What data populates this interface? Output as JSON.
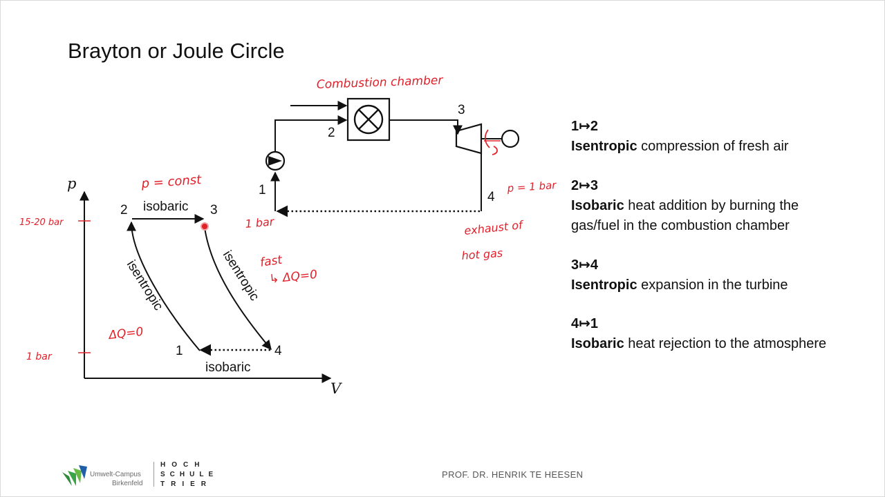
{
  "title": "Brayton or Joule Circle",
  "diagram": {
    "axis_p": "p",
    "axis_v": "V",
    "pv_points": [
      "1",
      "2",
      "3",
      "4"
    ],
    "pv_labels": {
      "isobaric_top": "isobaric",
      "isobaric_bottom": "isobaric",
      "isentropic_left": "isentropic",
      "isentropic_right": "isentropic"
    },
    "schematic_points": [
      "1",
      "2",
      "3",
      "4"
    ],
    "handwritten": {
      "combustion_chamber": "Combustion chamber",
      "p_const": "p = const",
      "high_pressure": "15-20 bar",
      "low_pressure": "1 bar",
      "delta_q": "ΔQ=0",
      "fast": "fast",
      "fast_arrow": "↳ ΔQ=0",
      "bar_1": "1 bar",
      "p_1bar": "p = 1 bar",
      "exhaust_1": "exhaust of",
      "exhaust_2": "hot gas"
    },
    "colors": {
      "ink": "#111111",
      "annotation": "#e0202a"
    }
  },
  "processes": [
    {
      "step": "1↦2",
      "bold": "Isentropic",
      "text": " compression of fresh air"
    },
    {
      "step": "2↦3",
      "bold": "Isobaric",
      "text": " heat addition by burning the gas/fuel in the combustion chamber"
    },
    {
      "step": "3↦4",
      "bold": "Isentropic",
      "text": " expansion in the turbine"
    },
    {
      "step": "4↦1",
      "bold": "Isobaric",
      "text": " heat rejection to the atmosphere"
    }
  ],
  "footer": {
    "professor": "PROF. DR. HENRIK TE HEESEN",
    "logo_line1": "Umwelt-Campus",
    "logo_line2": "Birkenfeld",
    "hs_line1": "HOCH",
    "hs_line2": "SCHULE",
    "hs_line3": "TRIER"
  }
}
